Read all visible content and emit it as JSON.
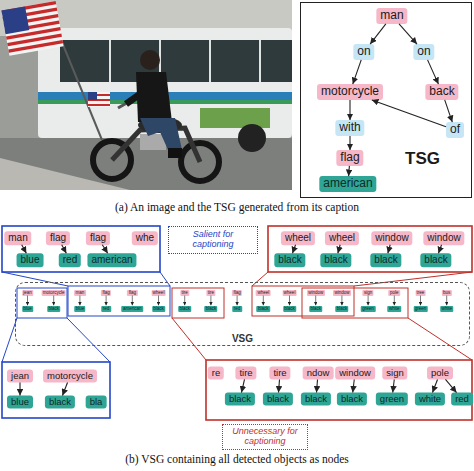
{
  "diagram": {
    "nodes": [
      {
        "text": [
          "TSG"
        ]
      },
      {
        "text": [
          "man"
        ],
        "in": 0
      },
      {
        "text": [
          "on"
        ],
        "in": 0
      },
      {
        "text": [
          "on"
        ],
        "in": 0
      },
      {
        "text": [
          "motorcycle"
        ],
        "in": 0
      },
      {
        "text": [
          "back"
        ],
        "in": 0
      },
      {
        "text": [
          "with"
        ],
        "in": 0
      },
      {
        "text": [
          "of"
        ],
        "in": 0
      },
      {
        "text": [
          "flag"
        ],
        "in": 0
      },
      {
        "text": [
          "american"
        ],
        "in": 0
      },
      {
        "text": [
          "man"
        ]
      },
      {
        "text": [
          "flag"
        ]
      },
      {
        "text": [
          "flag"
        ]
      },
      {
        "text": [
          "whe"
        ]
      },
      {
        "text": [
          "blue"
        ]
      },
      {
        "text": [
          "red"
        ]
      },
      {
        "text": [
          "american"
        ]
      },
      {
        "text": [
          "Salient for captioning"
        ]
      },
      {
        "text": [
          "wheel"
        ]
      },
      {
        "text": [
          "wheel"
        ]
      },
      {
        "text": [
          "window"
        ]
      },
      {
        "text": [
          "window"
        ]
      },
      {
        "text": [
          "black"
        ]
      },
      {
        "text": [
          "black"
        ]
      },
      {
        "text": [
          "black"
        ]
      },
      {
        "text": [
          "black"
        ]
      },
      {
        "text": [
          "VSG"
        ]
      },
      {
        "text": [
          "jean"
        ],
        "in": 26
      },
      {
        "text": [
          "blue"
        ],
        "in": 26
      },
      {
        "text": [
          "motorcycle"
        ],
        "in": 26
      },
      {
        "text": [
          "black"
        ],
        "in": 26
      },
      {
        "text": [
          "man"
        ],
        "in": 26
      },
      {
        "text": [
          "blue"
        ],
        "in": 26
      },
      {
        "text": [
          "flag"
        ],
        "in": 26
      },
      {
        "text": [
          "red"
        ],
        "in": 26
      },
      {
        "text": [
          "flag"
        ],
        "in": 26
      },
      {
        "text": [
          "american"
        ],
        "in": 26
      },
      {
        "text": [
          "wheel"
        ],
        "in": 26
      },
      {
        "text": [
          "black"
        ],
        "in": 26
      },
      {
        "text": [
          "tire"
        ],
        "in": 26
      },
      {
        "text": [
          "black"
        ],
        "in": 26
      },
      {
        "text": [
          "tire"
        ],
        "in": 26
      },
      {
        "text": [
          "black"
        ],
        "in": 26
      },
      {
        "text": [
          "flag"
        ],
        "in": 26
      },
      {
        "text": [
          "red"
        ],
        "in": 26
      },
      {
        "text": [
          "wheel"
        ],
        "in": 26
      },
      {
        "text": [
          "black"
        ],
        "in": 26
      },
      {
        "text": [
          "wheel"
        ],
        "in": 26
      },
      {
        "text": [
          "black"
        ],
        "in": 26
      },
      {
        "text": [
          "window"
        ],
        "in": 26
      },
      {
        "text": [
          "black"
        ],
        "in": 26
      },
      {
        "text": [
          "window"
        ],
        "in": 26
      },
      {
        "text": [
          "black"
        ],
        "in": 26
      },
      {
        "text": [
          "sign"
        ],
        "in": 26
      },
      {
        "text": [
          "green"
        ],
        "in": 26
      },
      {
        "text": [
          "pole"
        ],
        "in": 26
      },
      {
        "text": [
          "white"
        ],
        "in": 26
      },
      {
        "text": [
          "tree"
        ],
        "in": 26
      },
      {
        "text": [
          "green"
        ],
        "in": 26
      },
      {
        "text": [
          "bus"
        ],
        "in": 26
      },
      {
        "text": [
          "white"
        ],
        "in": 26
      },
      {
        "text": [
          "jean"
        ]
      },
      {
        "text": [
          "motorcycle"
        ]
      },
      {
        "text": [
          "blue"
        ]
      },
      {
        "text": [
          "black"
        ]
      },
      {
        "text": [
          "bla"
        ]
      },
      {
        "text": [
          "re"
        ]
      },
      {
        "text": [
          "tire"
        ]
      },
      {
        "text": [
          "tire"
        ]
      },
      {
        "text": [
          "ndow"
        ]
      },
      {
        "text": [
          "window"
        ]
      },
      {
        "text": [
          "sign"
        ]
      },
      {
        "text": [
          "pole"
        ]
      },
      {
        "text": [
          "black"
        ]
      },
      {
        "text": [
          "black"
        ]
      },
      {
        "text": [
          "black"
        ]
      },
      {
        "text": [
          "black"
        ]
      },
      {
        "text": [
          "green"
        ]
      },
      {
        "text": [
          "white"
        ]
      },
      {
        "text": [
          "red"
        ]
      },
      {
        "text": [
          "Unnecessary for captioning"
        ]
      }
    ],
    "edges": [
      {
        "from": 1,
        "to": 2,
        "arrow": "to"
      },
      {
        "from": 1,
        "to": 3,
        "arrow": "to"
      },
      {
        "from": 2,
        "to": 4,
        "arrow": "to"
      },
      {
        "from": 3,
        "to": 5,
        "arrow": "to"
      },
      {
        "from": 5,
        "to": 7,
        "arrow": "to"
      },
      {
        "from": 7,
        "to": 4,
        "arrow": "to"
      },
      {
        "from": 4,
        "to": 6,
        "arrow": "to"
      },
      {
        "from": 6,
        "to": 8,
        "arrow": "to"
      },
      {
        "from": 8,
        "to": 9,
        "arrow": "to"
      },
      {
        "from": 10,
        "to": 14,
        "arrow": "to"
      },
      {
        "from": 11,
        "to": 15,
        "arrow": "to"
      },
      {
        "from": 12,
        "to": 16,
        "arrow": "to"
      },
      {
        "from": 18,
        "to": 22,
        "arrow": "to"
      },
      {
        "from": 19,
        "to": 23,
        "arrow": "to"
      },
      {
        "from": 20,
        "to": 24,
        "arrow": "to"
      },
      {
        "from": 21,
        "to": 25,
        "arrow": "to"
      },
      {
        "from": 27,
        "to": 28,
        "arrow": "to"
      },
      {
        "from": 29,
        "to": 30,
        "arrow": "to"
      },
      {
        "from": 31,
        "to": 32,
        "arrow": "to"
      },
      {
        "from": 33,
        "to": 34,
        "arrow": "to"
      },
      {
        "from": 35,
        "to": 36,
        "arrow": "to"
      },
      {
        "from": 37,
        "to": 38,
        "arrow": "to"
      },
      {
        "from": 39,
        "to": 40,
        "arrow": "to"
      },
      {
        "from": 41,
        "to": 42,
        "arrow": "to"
      },
      {
        "from": 43,
        "to": 44,
        "arrow": "to"
      },
      {
        "from": 45,
        "to": 46,
        "arrow": "to"
      },
      {
        "from": 47,
        "to": 48,
        "arrow": "to"
      },
      {
        "from": 49,
        "to": 50,
        "arrow": "to"
      },
      {
        "from": 51,
        "to": 52,
        "arrow": "to"
      },
      {
        "from": 53,
        "to": 54,
        "arrow": "to"
      },
      {
        "from": 55,
        "to": 56,
        "arrow": "to"
      },
      {
        "from": 57,
        "to": 58,
        "arrow": "to"
      },
      {
        "from": 59,
        "to": 60,
        "arrow": "to"
      },
      {
        "from": 61,
        "to": 63,
        "arrow": "to"
      },
      {
        "from": 62,
        "to": 64,
        "arrow": "to"
      },
      {
        "from": 67,
        "to": 73,
        "arrow": "to"
      },
      {
        "from": 68,
        "to": 74,
        "arrow": "to"
      },
      {
        "from": 69,
        "to": 75,
        "arrow": "to"
      },
      {
        "from": 70,
        "to": 76,
        "arrow": "to"
      },
      {
        "from": 71,
        "to": 77,
        "arrow": "to"
      },
      {
        "from": 72,
        "to": 78,
        "arrow": "to"
      },
      {
        "from": 72,
        "to": 79,
        "arrow": "to"
      }
    ],
    "labels": [
      "(a) An image and the TSG generated from its caption",
      "(b) VSG containing all detected objects as nodes"
    ]
  }
}
